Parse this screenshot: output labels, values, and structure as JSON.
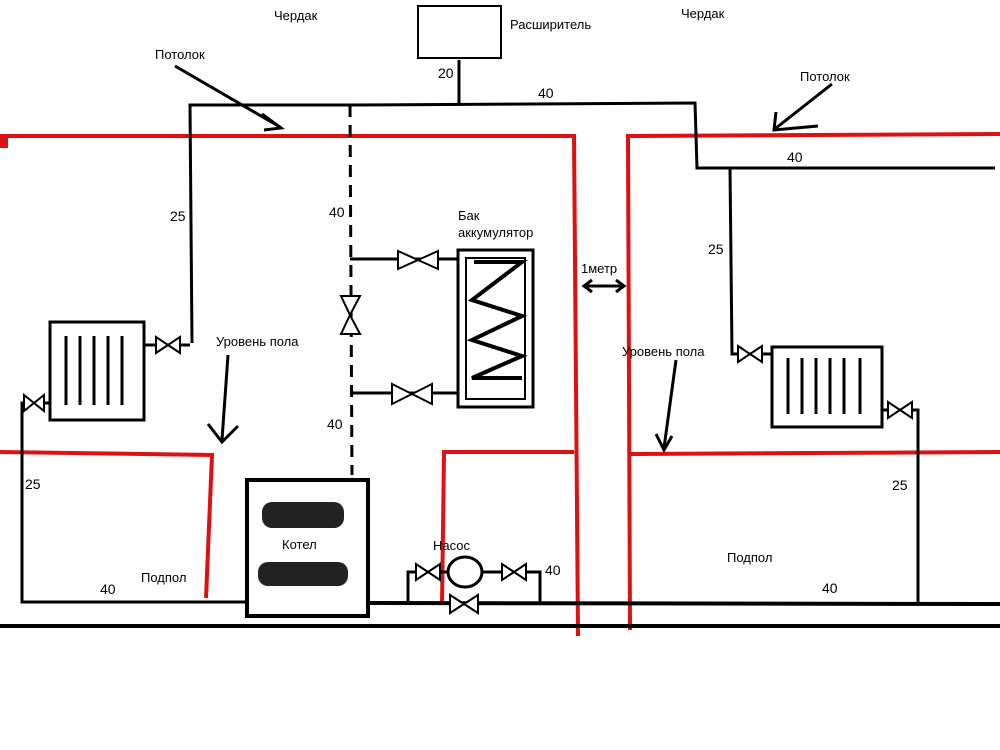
{
  "labels": {
    "attic_left": "Чердак",
    "attic_right": "Чердак",
    "expander": "Расширитель",
    "ceiling_left": "Потолок",
    "ceiling_right": "Потолок",
    "floor_level_left": "Уровень пола",
    "floor_level_right": "Уровень пола",
    "tank_line1": "Бак",
    "tank_line2": "аккумулятор",
    "distance": "1метр",
    "boiler": "Котел",
    "pump": "Насос",
    "subfloor_left": "Подпол",
    "subfloor_right": "Подпол"
  },
  "pipe_sizes": {
    "expander_riser": "20",
    "main_top": "40",
    "main_right_top": "40",
    "riser_upper": "40",
    "riser_lower": "40",
    "left_supply": "25",
    "left_return": "25",
    "right_supply": "25",
    "right_return": "25",
    "bottom_left": "40",
    "bottom_right": "40",
    "pump_bypass": "40"
  },
  "colors": {
    "pipe": "#000000",
    "wall": "#dd1111",
    "background": "#ffffff"
  }
}
